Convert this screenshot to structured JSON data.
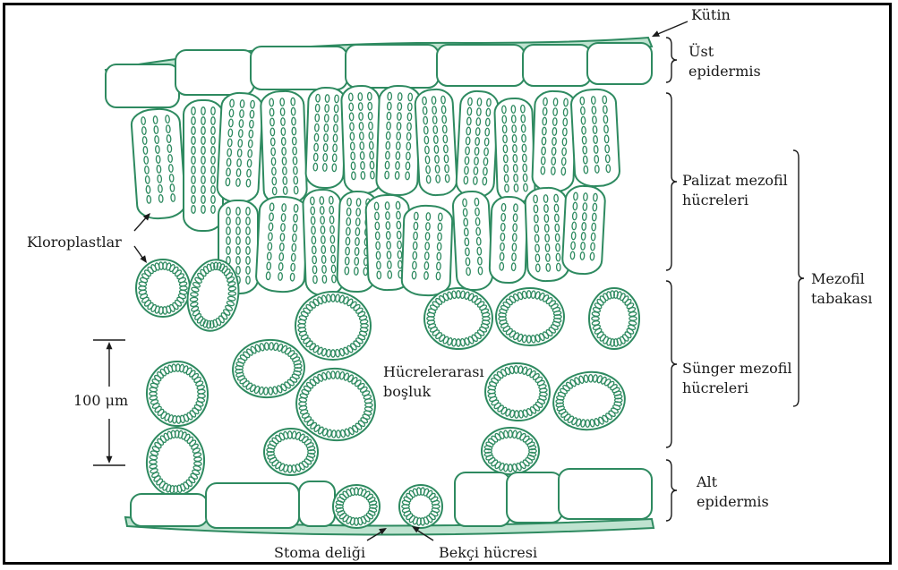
{
  "colors": {
    "cell_stroke": "#2e8a60",
    "cell_fill": "#ffffff",
    "cuticle_fill": "#bfe3d0",
    "ink": "#1a1a1a",
    "frame": "#000000"
  },
  "labels": {
    "cuticle": "Kütin",
    "upper_epidermis": [
      "Üst",
      "epidermis"
    ],
    "palisade": [
      "Palizat mezofil",
      "hücreleri"
    ],
    "mesophyll": [
      "Mezofil",
      "tabakası"
    ],
    "spongy": [
      "Sünger mezofil",
      "hücreleri"
    ],
    "lower_epidermis": [
      "Alt",
      "epidermis"
    ],
    "chloroplasts": "Kloroplastlar",
    "intercellular": [
      "Hücrelerarası",
      "boşluk"
    ],
    "stoma": "Stoma deliği",
    "guard_cell": "Bekçi hücresi",
    "scale": "100 μm"
  }
}
